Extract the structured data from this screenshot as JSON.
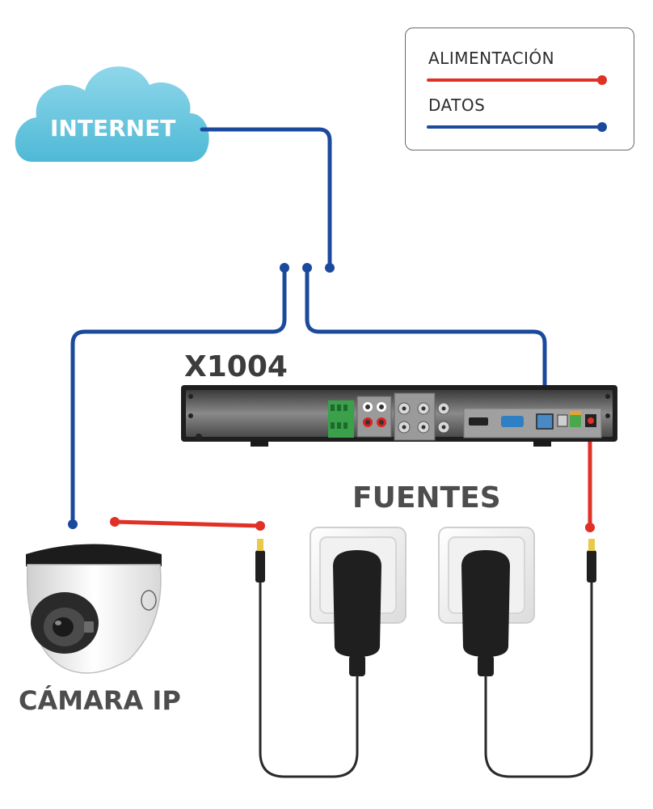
{
  "legend": {
    "items": [
      {
        "label": "ALIMENTACIÓN",
        "color": "#e03127"
      },
      {
        "label": "DATOS",
        "color": "#1b4a9c"
      }
    ]
  },
  "cloud": {
    "label": "INTERNET",
    "color": "#5ec3dc"
  },
  "dvr": {
    "label": "X1004"
  },
  "power": {
    "label": "FUENTES"
  },
  "camera": {
    "label": "CÁMARA IP"
  },
  "colors": {
    "power_line": "#e03127",
    "data_line": "#1b4a9c",
    "text": "#444444",
    "cloud": "#5ec3dc"
  }
}
